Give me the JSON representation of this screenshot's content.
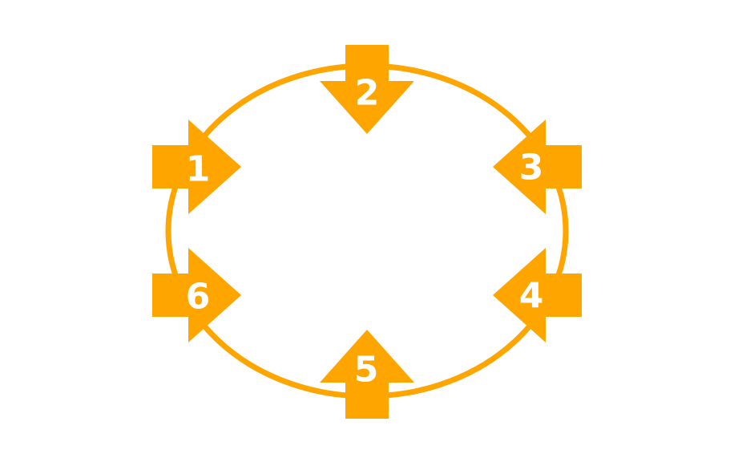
{
  "colors": {
    "accent": "#FFA500",
    "label": "#FFFFFF",
    "background": "#FFFFFF"
  },
  "diagram": {
    "ring": {
      "name": "cycle-ring"
    },
    "arrows": [
      {
        "label": "1",
        "direction": "right"
      },
      {
        "label": "2",
        "direction": "down"
      },
      {
        "label": "3",
        "direction": "left"
      },
      {
        "label": "4",
        "direction": "left"
      },
      {
        "label": "5",
        "direction": "up"
      },
      {
        "label": "6",
        "direction": "right"
      }
    ]
  }
}
